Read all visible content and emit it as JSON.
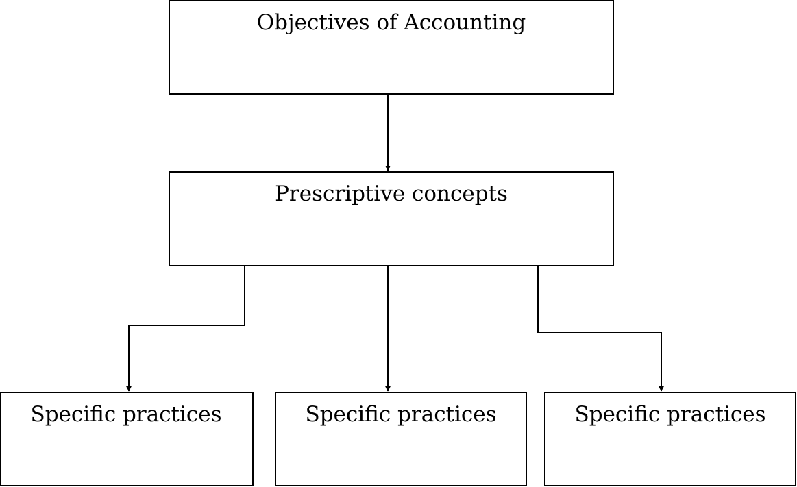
{
  "nodes": {
    "objectives": {
      "label": "Objectives of Accounting"
    },
    "concepts": {
      "label": "Prescriptive concepts"
    },
    "practice_left": {
      "label": "Specific practices"
    },
    "practice_center": {
      "label": "Specific practices"
    },
    "practice_right": {
      "label": "Specific practices"
    }
  },
  "edges": [
    {
      "from": "objectives",
      "to": "concepts"
    },
    {
      "from": "concepts",
      "to": "practice_left"
    },
    {
      "from": "concepts",
      "to": "practice_center"
    },
    {
      "from": "concepts",
      "to": "practice_right"
    }
  ],
  "colors": {
    "stroke": "#000000",
    "background": "#ffffff"
  }
}
